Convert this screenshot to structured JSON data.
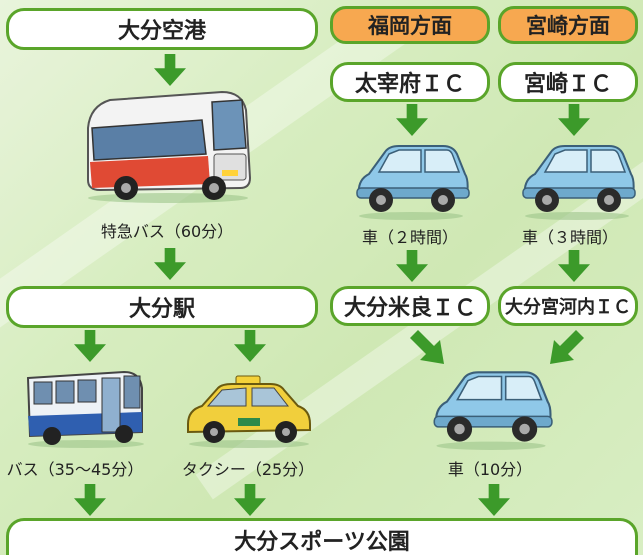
{
  "nodes": {
    "oita_airport": "大分空港",
    "fukuoka_header": "福岡方面",
    "miyazaki_header": "宮崎方面",
    "dazaifu_ic": "太宰府ＩＣ",
    "miyazaki_ic": "宮崎ＩＣ",
    "oita_station": "大分駅",
    "oita_yonera_ic": "大分米良ＩＣ",
    "oita_miyakawauchi_ic": "大分宮河内ＩＣ",
    "oita_sports_park": "大分スポーツ公園"
  },
  "labels": {
    "express_bus": "特急バス（60分）",
    "car_fukuoka": "車（２時間）",
    "car_miyazaki": "車（３時間）",
    "bus": "バス（35〜45分）",
    "taxi": "タクシー（25分）",
    "car_final": "車（10分）"
  },
  "colors": {
    "arrow": "#3c9a2a",
    "border": "#5aa52a",
    "header_bg": "#f7a850",
    "background": "#d7edc0"
  },
  "icons": [
    "bus-icon",
    "car-icon",
    "taxi-icon",
    "arrow-down-icon",
    "arrow-diagonal-icon"
  ]
}
